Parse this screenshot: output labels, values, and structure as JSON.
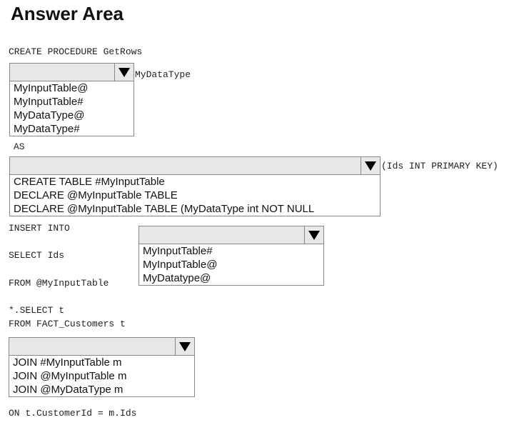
{
  "title": "Answer Area",
  "code": {
    "line1": "CREATE PROCEDURE GetRows",
    "line2_suffix": "MyDataType",
    "as": "AS",
    "line3_suffix": "(Ids INT PRIMARY KEY)",
    "insert_into": "INSERT INTO",
    "select_ids": "SELECT Ids",
    "from_input": "FROM @MyInputTable",
    "select_t": "*.SELECT t",
    "from_fact": "FROM FACT_Customers t",
    "on_clause": "ON t.CustomerId = m.Ids"
  },
  "dropdowns": {
    "dd1": {
      "options": [
        "MyInputTable@",
        "MyInputTable#",
        "MyDataType@",
        "MyDataType#"
      ]
    },
    "dd2": {
      "options": [
        "CREATE TABLE #MyInputTable",
        "DECLARE @MyInputTable TABLE",
        "DECLARE @MyInputTable TABLE (MyDataType int NOT NULL"
      ]
    },
    "dd3": {
      "options": [
        "MyInputTable#",
        "MyInputTable@",
        "MyDatatype@"
      ]
    },
    "dd4": {
      "options": [
        "JOIN #MyInputTable m",
        "JOIN @MyInputTable m",
        "JOIN @MyDataType m"
      ]
    }
  },
  "icons": {
    "dropdown_arrow": "triangle-down-icon"
  }
}
